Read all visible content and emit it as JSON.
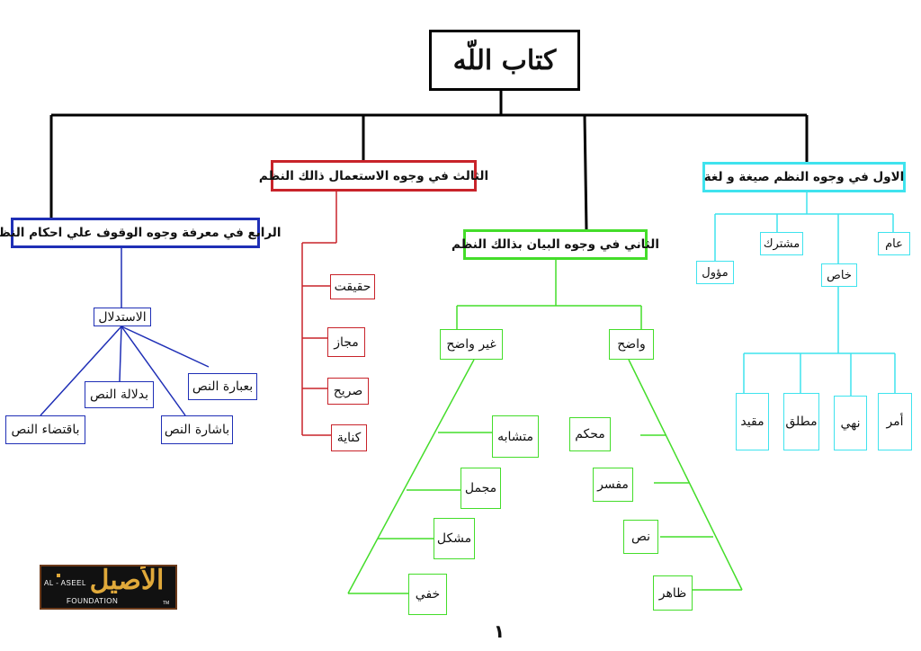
{
  "title": "كتاب اللّه",
  "page_number": "١",
  "colors": {
    "level1": "#3fe3ee",
    "level2": "#44dd2a",
    "level3": "#c8232a",
    "level4": "#1f2fb6",
    "trunk": "#000000"
  },
  "branch1": {
    "heading": "الاول في وجوه النظم صيغة و لغة",
    "aam": "عام",
    "khas": "خاص",
    "mushtarak": "مشترك",
    "muawwal": "مؤول",
    "amr": "أمر",
    "nahy": "نهي",
    "mutlaq": "مطلق",
    "muqayyad": "مقيد"
  },
  "branch2": {
    "heading": "الثاني في وجوه البيان بذالك النظم",
    "wadih": "واضح",
    "ghair_wadih": "غير واضح",
    "zahir": "ظاهر",
    "nass": "نص",
    "mufassar": "مفسر",
    "muhkam": "محكم",
    "khafi": "خفي",
    "mushkil": "مشكل",
    "mujmal": "مجمل",
    "mutashabih": "متشابه"
  },
  "branch3": {
    "heading": "الثالث في وجوه الاستعمال ذالك النظم",
    "haqiqat": "حقيقت",
    "majaz": "مجاز",
    "sarih": "صريح",
    "kinaya": "كناية"
  },
  "branch4": {
    "heading": "الرابع في معرفة وجوه الوقوف علي احكام النظم",
    "istidlal": "الاستدلال",
    "ibarat": "بعبارة النص",
    "dalalat": "بدلالة النص",
    "ishara": "باشارة النص",
    "iqtida": "باقتضاء النص"
  },
  "logo": {
    "arabic": "الأصيل",
    "line1": "AL - ASEEL",
    "line2": "FOUNDATION",
    "tm": "TM"
  }
}
